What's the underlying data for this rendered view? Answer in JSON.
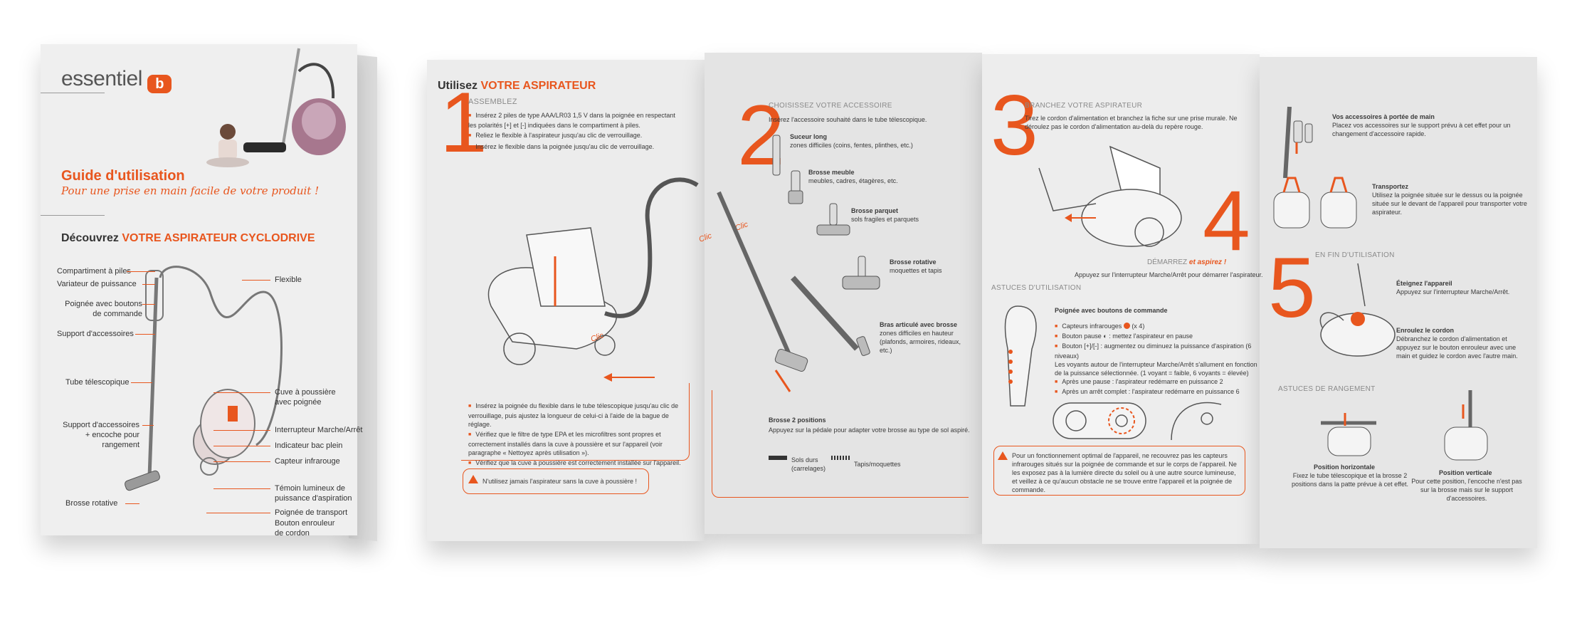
{
  "colors": {
    "accent": "#e8561e",
    "paper": "#ececec",
    "text": "#3a3a3a"
  },
  "cover": {
    "brand": "essentiel",
    "guide_title": "Guide d'utilisation",
    "guide_subtitle": "Pour une prise en main facile de votre produit !",
    "discover_prefix": "Découvrez",
    "discover_suffix": "VOTRE ASPIRATEUR CYCLODRIVE",
    "labels": {
      "compartiment": "Compartiment à piles",
      "variateur": "Variateur de puissance",
      "poignee_boutons": "Poignée avec boutons\nde commande",
      "support": "Support d'accessoires",
      "tube": "Tube télescopique",
      "support_encoche": "Support d'accessoires\n+ encoche pour\nrangement",
      "brosse_rotative": "Brosse rotative",
      "flexible": "Flexible",
      "cuve": "Cuve à poussière\navec poignée",
      "interrupteur": "Interrupteur Marche/Arrêt",
      "indicateur": "Indicateur bac plein",
      "capteur": "Capteur infrarouge",
      "temoin": "Témoin lumineux de\npuissance d'aspiration",
      "poignee_transport": "Poignée de transport",
      "bouton_enrouleur": "Bouton enrouleur\nde cordon"
    }
  },
  "p2": {
    "title_prefix": "Utilisez",
    "title_suffix": "VOTRE ASPIRATEUR",
    "step1_num": "1",
    "step1_heading": "ASSEMBLEZ",
    "step1_bullets": [
      "Insérez 2 piles de type AAA/LR03 1,5 V dans la poignée en respectant les polarités [+] et [-] indiquées dans le compartiment à piles.",
      "Reliez le flexible à l'aspirateur jusqu'au clic de verrouillage.",
      "Insérez le flexible dans la poignée jusqu'au clic de verrouillage."
    ],
    "clic": "Clic",
    "step1_bullets_b": [
      "Insérez la poignée du flexible dans le tube télescopique jusqu'au clic de verrouillage, puis ajustez la longueur de celui-ci à l'aide de la bague de réglage.",
      "Vérifiez que le filtre de type EPA et les microfiltres sont propres et correctement installés dans la cuve à poussière et sur l'appareil (voir paragraphe « Nettoyez après utilisation »).",
      "Vérifiez que la cuve à poussière est correctement installée sur l'appareil."
    ],
    "warning": "N'utilisez jamais l'aspirateur sans la cuve à poussière !"
  },
  "p3": {
    "step2_num": "2",
    "step2_heading": "CHOISISSEZ VOTRE ACCESSOIRE",
    "step2_intro": "Insérez l'accessoire souhaité dans le tube télescopique.",
    "suceur_title": "Suceur long",
    "suceur_desc": "zones difficiles (coins, fentes, plinthes, etc.)",
    "meuble_title": "Brosse meuble",
    "meuble_desc": "meubles, cadres, étagères, etc.",
    "parquet_title": "Brosse parquet",
    "parquet_desc": "sols fragiles et parquets",
    "rotative_title": "Brosse rotative",
    "rotative_desc": "moquettes et tapis",
    "bras_title": "Bras articulé avec brosse",
    "bras_desc": "zones difficiles en hauteur (plafonds, armoires, rideaux, etc.)",
    "brosse2_title": "Brosse 2 positions",
    "brosse2_desc": "Appuyez sur la pédale pour adapter votre brosse au type de sol aspiré.",
    "sols_durs": "Sols durs\n(carrelages)",
    "tapis": "Tapis/moquettes"
  },
  "p4": {
    "step3_num": "3",
    "step3_heading": "BRANCHEZ VOTRE ASPIRATEUR",
    "step3_text": "Tirez le cordon d'alimentation et branchez la fiche sur une prise murale. Ne déroulez pas le cordon d'alimentation au-delà du repère rouge.",
    "step4_num": "4",
    "step4_prefix": "DÉMARREZ",
    "step4_suffix": "et aspirez !",
    "step4_text": "Appuyez sur l'interrupteur Marche/Arrêt pour démarrer l'aspirateur.",
    "astuces_heading": "ASTUCES D'UTILISATION",
    "poignee_title": "Poignée avec boutons de commande",
    "capteurs": "Capteurs infrarouges",
    "capteurs_count": "(x 4)",
    "pause": "Bouton pause",
    "pause_desc": ": mettez l'aspirateur en pause",
    "bouton_pm": "Bouton [+]/[-] : augmentez ou diminuez la puissance d'aspiration (6 niveaux)",
    "voyants": "Les voyants autour de l'interrupteur Marche/Arrêt s'allument en fonction de la puissance sélectionnée. (1 voyant = faible, 6 voyants = élevée)",
    "apres_pause": "Après une pause : l'aspirateur redémarre en puissance 2",
    "apres_arret": "Après un arrêt complet : l'aspirateur redémarre en puissance 6",
    "note": "Pour un fonctionnement optimal de l'appareil, ne recouvrez pas les capteurs infrarouges situés sur la poignée de commande et sur le corps de l'appareil. Ne les exposez pas à la lumière directe du soleil ou à une autre source lumineuse, et veillez à ce qu'aucun obstacle ne se trouve entre l'appareil et la poignée de commande."
  },
  "p5": {
    "acc_title": "Vos accessoires à portée de main",
    "acc_desc": "Placez vos accessoires sur le support prévu à cet effet pour un changement d'accessoire rapide.",
    "transport_title": "Transportez",
    "transport_desc": "Utilisez la poignée située sur le dessus ou la poignée située sur le devant de l'appareil pour transporter votre aspirateur.",
    "step5_num": "5",
    "step5_heading": "EN FIN D'UTILISATION",
    "eteignez_title": "Éteignez l'appareil",
    "eteignez_desc": "Appuyez sur l'interrupteur Marche/Arrêt.",
    "enroulez_title": "Enroulez le cordon",
    "enroulez_desc": "Débranchez le cordon d'alimentation et appuyez sur le bouton enrouleur avec une main et guidez le cordon avec l'autre main.",
    "rangement_heading": "ASTUCES DE RANGEMENT",
    "horiz_title": "Position horizontale",
    "horiz_desc": "Fixez le tube télescopique et la brosse 2 positions dans la patte prévue à cet effet.",
    "vert_title": "Position verticale",
    "vert_desc": "Pour cette position, l'encoche n'est pas sur la brosse mais sur le support d'accessoires."
  }
}
